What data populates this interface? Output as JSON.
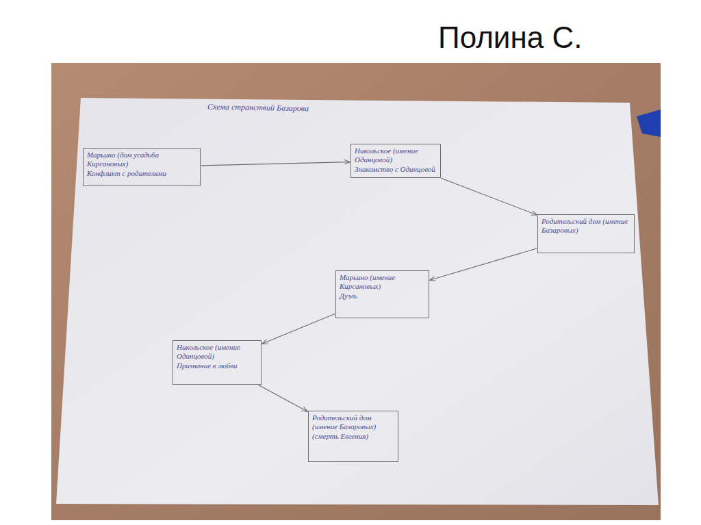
{
  "diagram": {
    "title": "Полина С.",
    "nodes": [
      {
        "text": [
          "Марьино (дом усадьба Кирсановых)",
          "Конфликт с родителями"
        ]
      },
      {
        "text": [
          "Никольское (имение Одинцовой)",
          "Знакомство с Одинцовой"
        ]
      },
      {
        "text": [
          "Родительский дом (имение Базаровых)"
        ]
      },
      {
        "text": [
          "Марьино (имение Кирсановых)",
          "Дуэль"
        ]
      },
      {
        "text": [
          "Никольское (имение Одинцовой)",
          "Признание в любви"
        ]
      },
      {
        "text": [
          "Родительский дом (имение Базаровых)",
          "(смерть Евгения)"
        ]
      }
    ],
    "edges": [
      {
        "from": 0,
        "to": 1,
        "arrow": "to"
      },
      {
        "from": 1,
        "to": 2,
        "arrow": "to"
      },
      {
        "from": 2,
        "to": 3,
        "arrow": "to"
      },
      {
        "from": 3,
        "to": 4,
        "arrow": "to"
      },
      {
        "from": 4,
        "to": 5,
        "arrow": "to"
      }
    ],
    "labels": [
      "Схема странствий Базарова"
    ]
  }
}
